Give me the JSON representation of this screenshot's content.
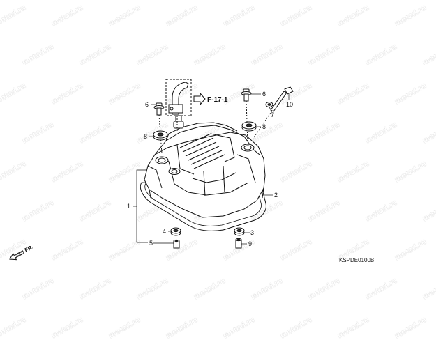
{
  "diagram": {
    "reference": "F-17-1",
    "drawing_code": "KSPDE0100B",
    "front_indicator": "FR.",
    "watermark_text": "motod.ru",
    "colors": {
      "line": "#111111",
      "background": "#ffffff",
      "watermark": "#ffffff"
    },
    "callouts": [
      {
        "number": "1",
        "part": "cylinder-head-cover-assembly"
      },
      {
        "number": "2",
        "part": "head-cover-gasket"
      },
      {
        "number": "3",
        "part": "rubber-seal-washer"
      },
      {
        "number": "4",
        "part": "rubber-seal-washer"
      },
      {
        "number": "5",
        "part": "collar"
      },
      {
        "number": "6",
        "part": "flange-bolt-left"
      },
      {
        "number": "6",
        "part": "flange-bolt-right"
      },
      {
        "number": "7",
        "part": "sealing-washer"
      },
      {
        "number": "8",
        "part": "rubber-mount-left"
      },
      {
        "number": "8",
        "part": "rubber-mount-right"
      },
      {
        "number": "9",
        "part": "collar"
      },
      {
        "number": "10",
        "part": "hex-bolt"
      }
    ]
  }
}
